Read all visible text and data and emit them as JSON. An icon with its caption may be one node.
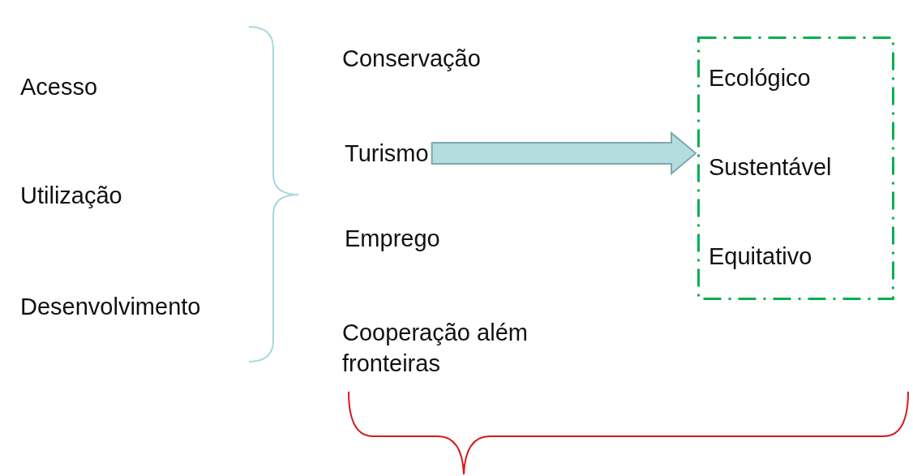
{
  "diagram": {
    "nodes": [
      {
        "text": [
          "Turismo"
        ]
      },
      {
        "text": [],
        "shape": "box"
      },
      {
        "text": [
          "Ecológico"
        ],
        "in": 1
      },
      {
        "text": [
          "Sustentável"
        ],
        "in": 1
      },
      {
        "text": [
          "Equitativo"
        ],
        "in": 1
      }
    ],
    "edges": [
      {
        "from": 0,
        "to": 1,
        "arrow": "to",
        "style": "thick",
        "color": "#b4dde0"
      }
    ],
    "labels": [
      "Acesso",
      "Utilização",
      "Desenvolvimento",
      "Conservação",
      "Emprego",
      "Cooperação além fronteiras"
    ]
  }
}
